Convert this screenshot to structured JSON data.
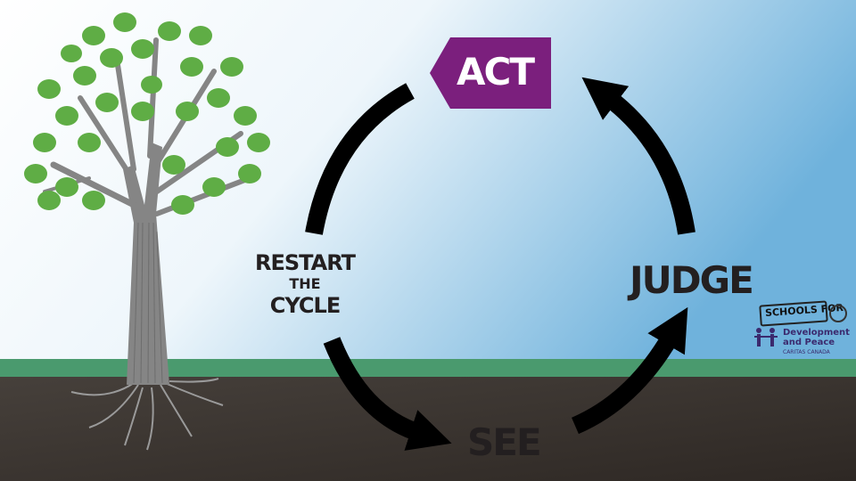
{
  "diagram": {
    "stages": {
      "act": "ACT",
      "judge": "JUDGE",
      "see": "SEE",
      "restart_line1": "RESTART",
      "restart_line2": "THE",
      "restart_line3": "CYCLE"
    },
    "colors": {
      "act_tag": "#7b1f7d",
      "arrows": "#000000",
      "sky_top": "#ffffff",
      "sky_right": "#6fb2dc",
      "grass": "#4a9a6e",
      "soil": "#3d3530",
      "leaves": "#5fad45",
      "trunk": "#858585"
    }
  },
  "logos": {
    "schools_for": "SCHOOLS FOR",
    "dp_line1": "Development",
    "dp_line2": "and Peace",
    "dp_sub": "CARITAS CANADA"
  }
}
